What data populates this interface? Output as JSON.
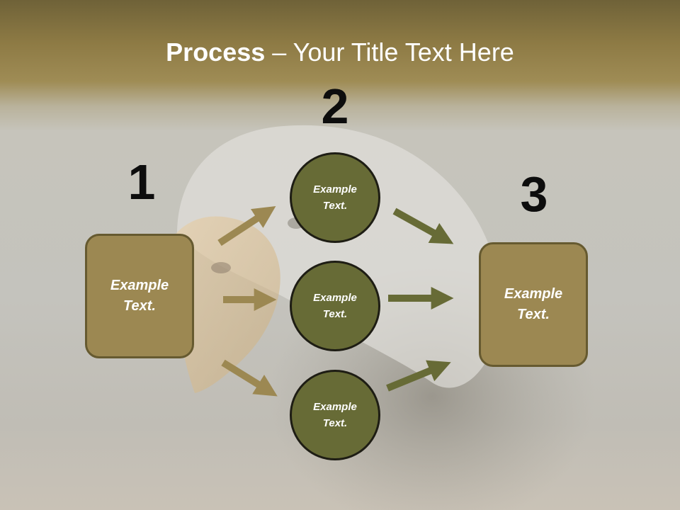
{
  "title": {
    "bold": "Process",
    "dash": " – ",
    "rest": "Your Title Text Here"
  },
  "steps": [
    {
      "number": "1"
    },
    {
      "number": "2"
    },
    {
      "number": "3"
    }
  ],
  "left_box": {
    "line1": "Example",
    "line2": "Text."
  },
  "right_box": {
    "line1": "Example",
    "line2": "Text."
  },
  "circles": [
    {
      "line1": "Example",
      "line2": "Text."
    },
    {
      "line1": "Example",
      "line2": "Text."
    },
    {
      "line1": "Example",
      "line2": "Text."
    }
  ],
  "colors": {
    "box_fill": "#9c8852",
    "circle_fill": "#676b36",
    "arrow_left": "#9c8852",
    "arrow_right": "#676b36",
    "title_band": "#8d7a44"
  },
  "background_image": "bald-eagle-head"
}
